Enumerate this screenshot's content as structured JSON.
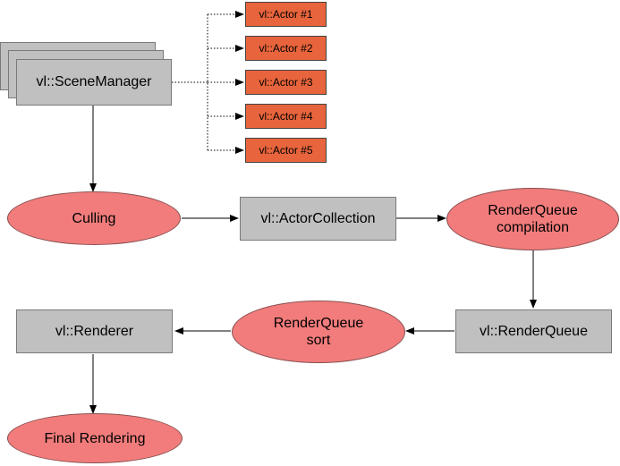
{
  "nodes": {
    "scene_manager": "vl::SceneManager",
    "actors": [
      "vl::Actor #1",
      "vl::Actor #2",
      "vl::Actor #3",
      "vl::Actor #4",
      "vl::Actor #5"
    ],
    "culling": "Culling",
    "actor_collection": "vl::ActorCollection",
    "renderqueue_compilation": [
      "RenderQueue",
      "compilation"
    ],
    "render_queue": "vl::RenderQueue",
    "renderqueue_sort": [
      "RenderQueue",
      "sort"
    ],
    "renderer": "vl::Renderer",
    "final_rendering": "Final Rendering"
  },
  "colors": {
    "box_fill": "#c0c0c0",
    "actor_fill": "#e8643c",
    "ellipse_fill": "#f27c7c"
  }
}
